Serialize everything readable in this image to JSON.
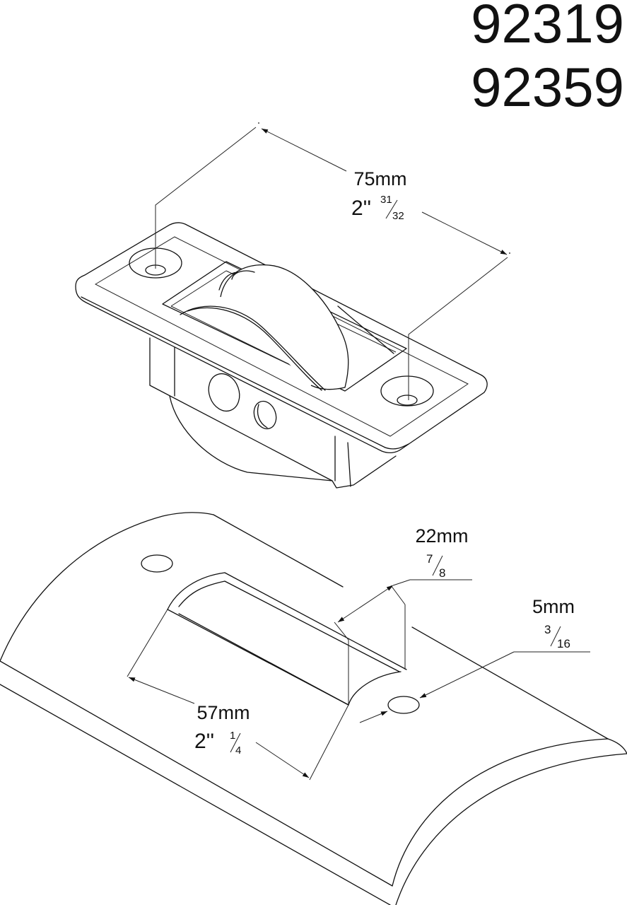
{
  "part_numbers": [
    "92319",
    "92359"
  ],
  "dimensions": {
    "length": {
      "metric": "75mm",
      "inch_whole": "2''",
      "inch_num": "31",
      "inch_den": "32"
    },
    "width": {
      "metric": "22mm",
      "inch_num": "7",
      "inch_den": "8"
    },
    "hole": {
      "metric": "5mm",
      "inch_num": "3",
      "inch_den": "16"
    },
    "cutout": {
      "metric": "57mm",
      "inch_whole": "2''",
      "inch_num": "1",
      "inch_den": "4"
    }
  },
  "colors": {
    "line": "#111111",
    "background": "#ffffff"
  }
}
